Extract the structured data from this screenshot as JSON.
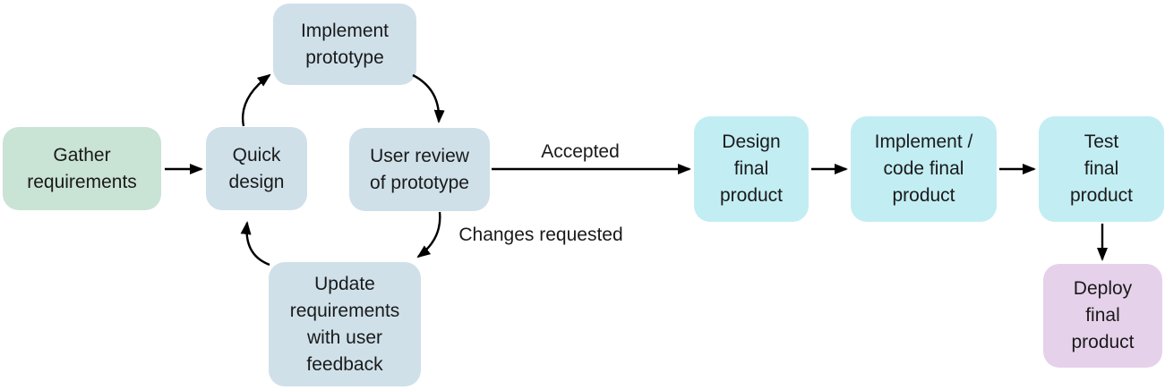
{
  "diagram": {
    "nodes": [
      {
        "id": "gather-requirements",
        "label": [
          "Gather",
          "requirements"
        ],
        "fill": "#c9e3d4"
      },
      {
        "id": "quick-design",
        "label": [
          "Quick",
          "design"
        ],
        "fill": "#cfe0e9"
      },
      {
        "id": "implement-prototype",
        "label": [
          "Implement",
          "prototype"
        ],
        "fill": "#cfe0e9"
      },
      {
        "id": "user-review-of-prototype",
        "label": [
          "User review",
          "of prototype"
        ],
        "fill": "#cfe0e9"
      },
      {
        "id": "update-requirements",
        "label": [
          "Update",
          "requirements",
          "with user",
          "feedback"
        ],
        "fill": "#cfe0e9"
      },
      {
        "id": "design-final-product",
        "label": [
          "Design",
          "final",
          "product"
        ],
        "fill": "#c2edf3"
      },
      {
        "id": "implement-code-final-product",
        "label": [
          "Implement /",
          "code final",
          "product"
        ],
        "fill": "#c2edf3"
      },
      {
        "id": "test-final-product",
        "label": [
          "Test",
          "final",
          "product"
        ],
        "fill": "#c2edf3"
      },
      {
        "id": "deploy-final-product",
        "label": [
          "Deploy",
          "final",
          "product"
        ],
        "fill": "#e6d1ea"
      }
    ],
    "edges": [
      {
        "from": "gather-requirements",
        "to": "quick-design",
        "label": ""
      },
      {
        "from": "quick-design",
        "to": "implement-prototype",
        "label": ""
      },
      {
        "from": "implement-prototype",
        "to": "user-review-of-prototype",
        "label": ""
      },
      {
        "from": "user-review-of-prototype",
        "to": "update-requirements",
        "label": "Changes requested"
      },
      {
        "from": "update-requirements",
        "to": "quick-design",
        "label": ""
      },
      {
        "from": "user-review-of-prototype",
        "to": "design-final-product",
        "label": "Accepted"
      },
      {
        "from": "design-final-product",
        "to": "implement-code-final-product",
        "label": ""
      },
      {
        "from": "implement-code-final-product",
        "to": "test-final-product",
        "label": ""
      },
      {
        "from": "test-final-product",
        "to": "deploy-final-product",
        "label": ""
      }
    ],
    "colors": {
      "arrow": "#000000",
      "text": "#1a1a1a",
      "background": "#ffffff"
    }
  }
}
